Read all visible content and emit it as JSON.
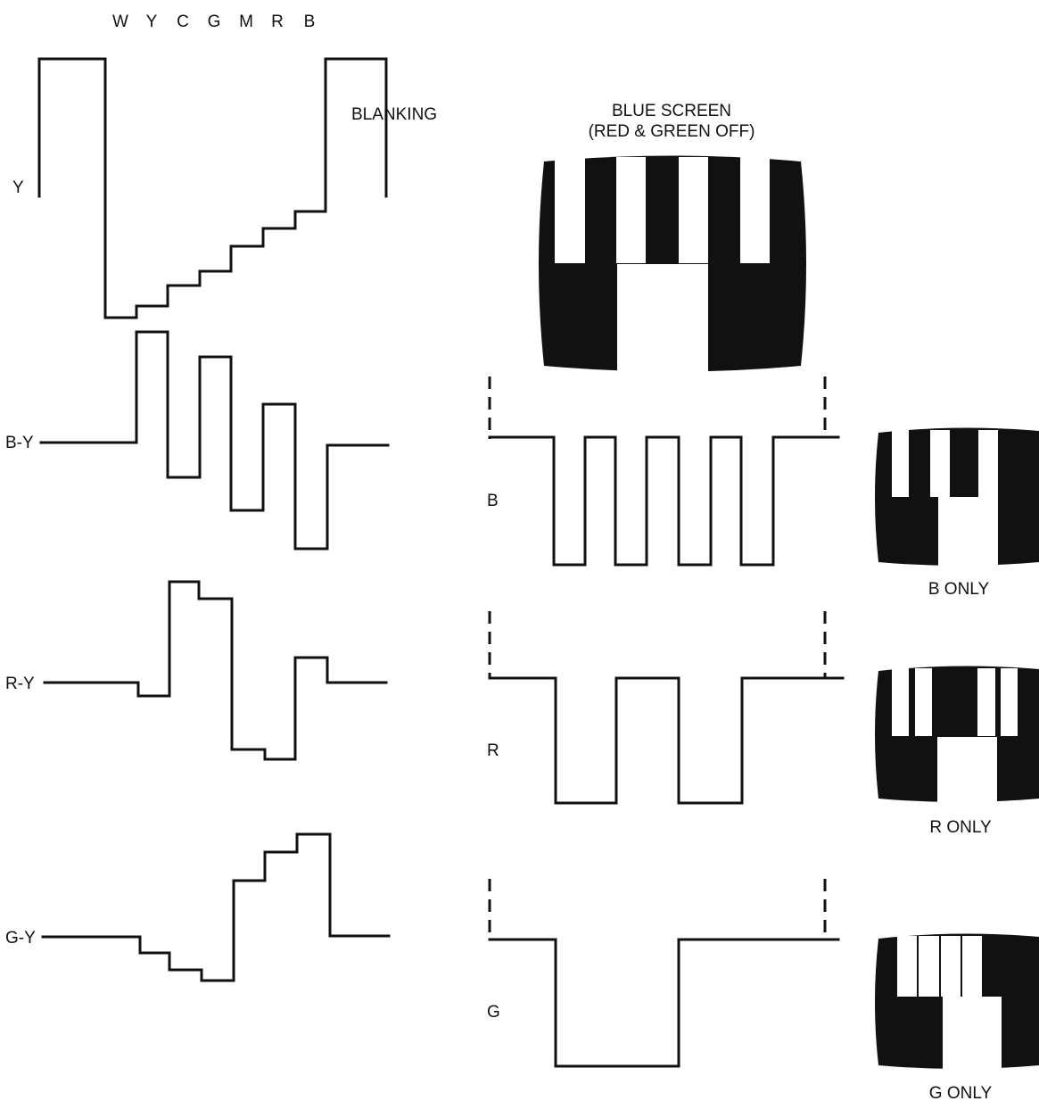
{
  "bar_labels": [
    "W",
    "Y",
    "C",
    "G",
    "M",
    "R",
    "B"
  ],
  "blanking_label": "BLANKING",
  "blue_screen": {
    "title_line1": "BLUE SCREEN",
    "title_line2": "(RED & GREEN OFF)"
  },
  "signals_left": [
    {
      "label": "Y"
    },
    {
      "label": "B-Y"
    },
    {
      "label": "R-Y"
    },
    {
      "label": "G-Y"
    }
  ],
  "signals_right": [
    {
      "label": "B",
      "caption": "B ONLY"
    },
    {
      "label": "R",
      "caption": "R ONLY"
    },
    {
      "label": "G",
      "caption": "G ONLY"
    }
  ]
}
